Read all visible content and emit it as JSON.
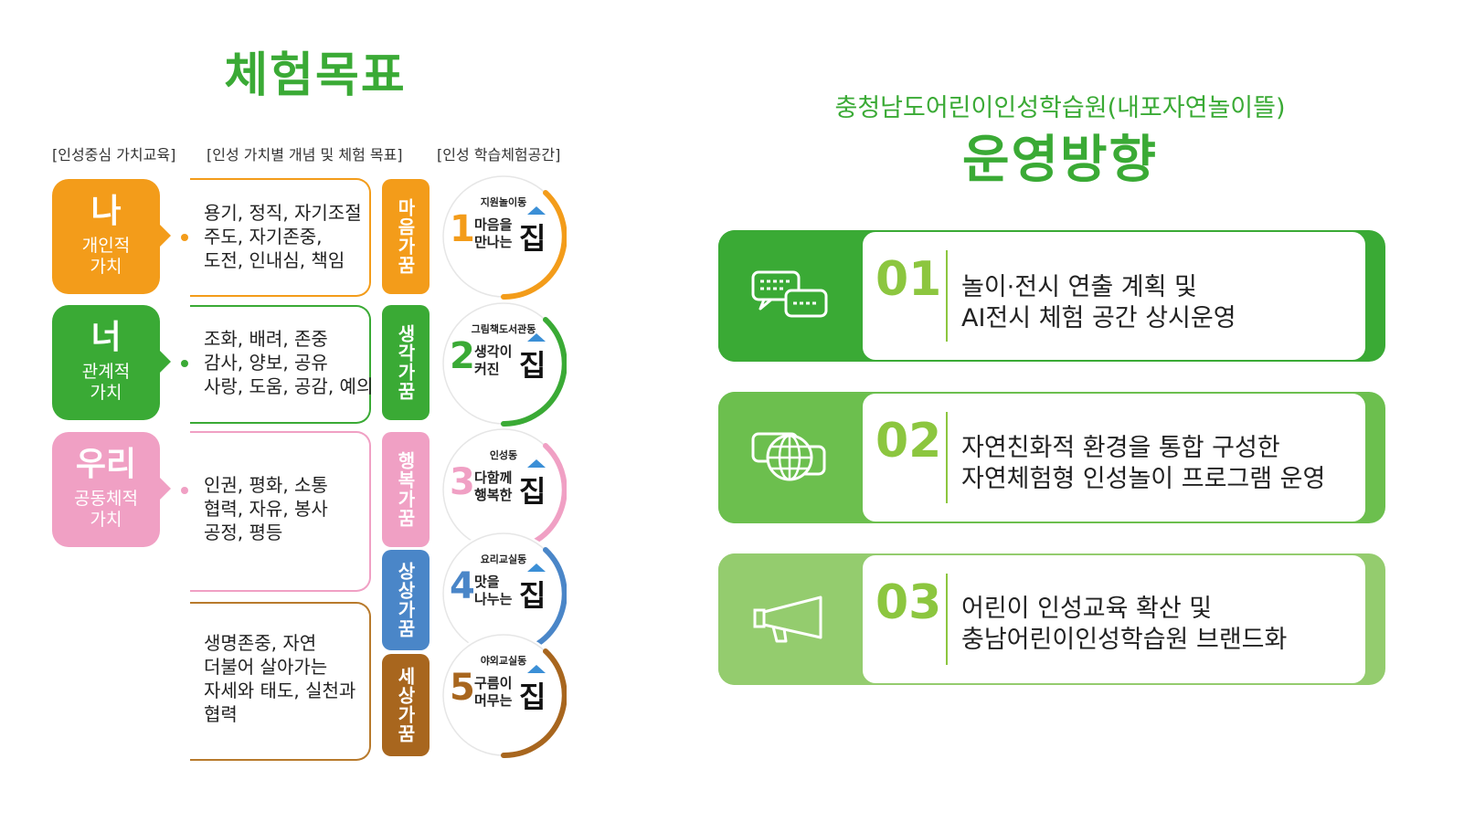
{
  "left": {
    "title": "체험목표",
    "columns": [
      "[인성중심 가치교육]",
      "[인성 가치별 개념 및 체험 목표]",
      "[인성 학습체험공간]"
    ],
    "values": [
      {
        "big": "나",
        "small": "개인적\n가치",
        "color": "#f39c1a"
      },
      {
        "big": "너",
        "small": "관계적\n가치",
        "color": "#3aaa35"
      },
      {
        "big": "우리",
        "small": "공동체적\n가치",
        "color": "#f0a0c4"
      }
    ],
    "concepts": [
      {
        "text": "용기, 정직, 자기조절\n주도, 자기존중,\n도전, 인내심, 책임",
        "color": "#f39c1a"
      },
      {
        "text": "조화, 배려, 존중\n감사, 양보, 공유\n사랑, 도움, 공감, 예의",
        "color": "#3aaa35"
      },
      {
        "text": "인권, 평화, 소통\n협력, 자유, 봉사\n공정, 평등",
        "color": "#f0a0c4"
      },
      {
        "text": "생명존중, 자연\n더불어 살아가는\n자세와 태도, 실천과\n협력",
        "color": "#b87a2c"
      }
    ],
    "dreams": [
      {
        "label": "마음가꿈",
        "color": "#f39c1a"
      },
      {
        "label": "생각가꿈",
        "color": "#3aaa35"
      },
      {
        "label": "행복가꿈",
        "color": "#f0a0c4"
      },
      {
        "label": "상상가꿈",
        "color": "#4a86c8"
      },
      {
        "label": "세상가꿈",
        "color": "#a8661e"
      }
    ],
    "spaces": [
      {
        "room": "지원놀이동",
        "num": "1",
        "phrase": "마음을\n만나는",
        "jip": "집",
        "color": "#f39c1a"
      },
      {
        "room": "그림책도서관동",
        "num": "2",
        "phrase": "생각이\n커진",
        "jip": "집",
        "color": "#3aaa35"
      },
      {
        "room": "인성동",
        "num": "3",
        "phrase": "다함께\n행복한",
        "jip": "집",
        "color": "#f0a0c4"
      },
      {
        "room": "요리교실동",
        "num": "4",
        "phrase": "맛을\n나누는",
        "jip": "집",
        "color": "#4a86c8"
      },
      {
        "room": "야외교실동",
        "num": "5",
        "phrase": "구름이\n머무는",
        "jip": "집",
        "color": "#a8661e"
      }
    ]
  },
  "right": {
    "subtitle": "충청남도어린이인성학습원(내포자연놀이뜰)",
    "title": "운영방향",
    "items": [
      {
        "num": "01",
        "text": "놀이·전시 연출 계획 및\nAI전시 체험 공간 상시운영",
        "icon": "chat-bubbles-icon",
        "color": "#3aaa35"
      },
      {
        "num": "02",
        "text": "자연친화적 환경을 통합 구성한\n자연체험형 인성놀이 프로그램 운영",
        "icon": "globe-icon",
        "color": "#6cbf4e"
      },
      {
        "num": "03",
        "text": "어린이 인성교육 확산 및\n충남어린이인성학습원 브랜드화",
        "icon": "megaphone-icon",
        "color": "#94cc6e"
      }
    ]
  }
}
